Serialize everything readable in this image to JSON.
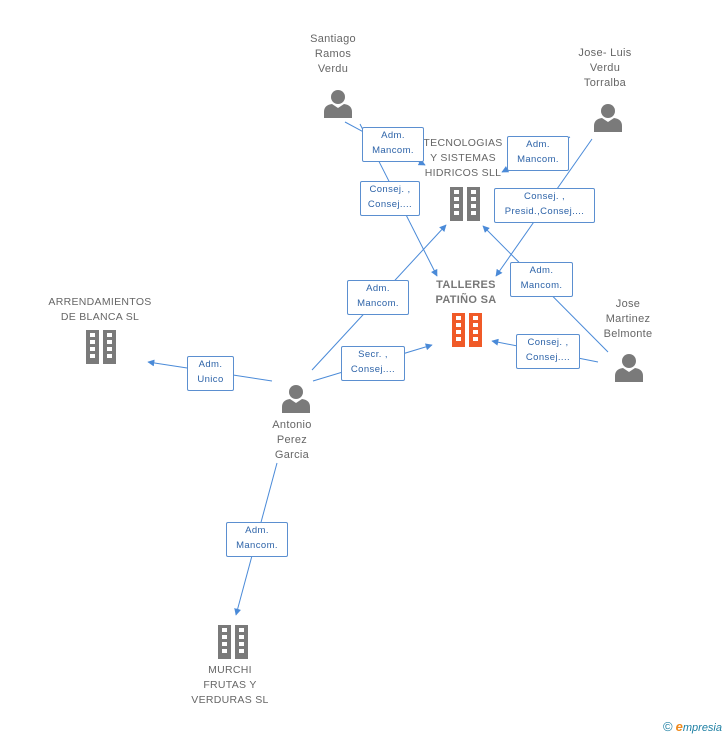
{
  "colors": {
    "edge": "#4a8ad8",
    "person": "#7a7a7a",
    "company": "#7a7a7a",
    "focus_company": "#f05a28"
  },
  "nodes": {
    "talleres": {
      "label": "TALLERES\nPATIÑO SA",
      "icon": "company-icon"
    },
    "tecnologias": {
      "label": "TECNOLOGIAS\nY SISTEMAS\nHIDRICOS SLL",
      "icon": "company-icon"
    },
    "arrendamientos": {
      "label": "ARRENDAMIENTOS\nDE BLANCA SL",
      "icon": "company-icon"
    },
    "murchi": {
      "label": "MURCHI\nFRUTAS Y\nVERDURAS SL",
      "icon": "company-icon"
    },
    "santiago": {
      "label": "Santiago\nRamos\nVerdu",
      "icon": "person-icon"
    },
    "jose_luis": {
      "label": "Jose-  Luis\nVerdu\nTorralba",
      "icon": "person-icon"
    },
    "jose_martinez": {
      "label": "Jose\nMartinez\nBelmonte",
      "icon": "person-icon"
    },
    "antonio": {
      "label": "Antonio\nPerez\nGarcia",
      "icon": "person-icon"
    }
  },
  "relations": {
    "santiago_tecnologias": "Adm.\nMancom.",
    "santiago_talleres": "Consej. ,\nConsej....",
    "joseluis_tecnologias": "Adm.\nMancom.",
    "joseluis_talleres": "Consej. ,\nPresid.,Consej....",
    "josemartinez_tecnologias": "Adm.\nMancom.",
    "josemartinez_talleres": "Consej. ,\nConsej....",
    "antonio_tecnologias": "Adm.\nMancom.",
    "antonio_talleres": "Secr. ,\nConsej....",
    "antonio_arrendamientos": "Adm.\nUnico",
    "antonio_murchi": "Adm.\nMancom."
  },
  "footer": {
    "copyright": "©",
    "brand_e": "e",
    "brand_rest": "mpresia"
  }
}
